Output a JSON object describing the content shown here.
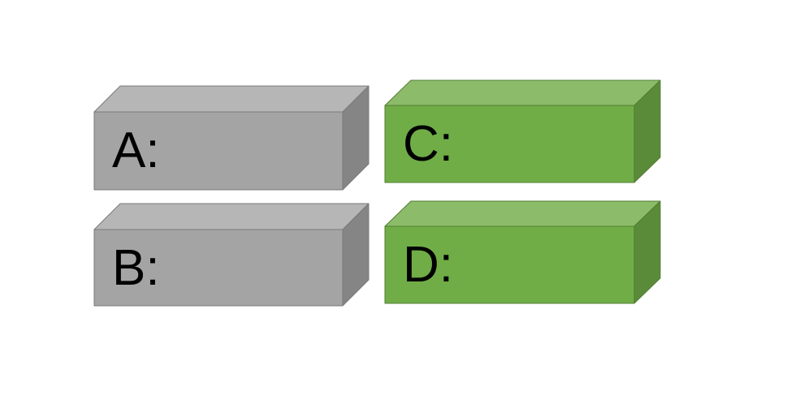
{
  "colors": {
    "gray": {
      "top": "#b6b6b6",
      "front": "#a4a4a4",
      "side": "#858585",
      "stroke": "#7a7a7a"
    },
    "green": {
      "top": "#8cbc6a",
      "front": "#70ad47",
      "side": "#5a8b38",
      "stroke": "#507e32"
    }
  },
  "blocks": [
    {
      "label": "A:",
      "color": "gray"
    },
    {
      "label": "B:",
      "color": "gray"
    },
    {
      "label": "C:",
      "color": "green"
    },
    {
      "label": "D:",
      "color": "green"
    }
  ]
}
